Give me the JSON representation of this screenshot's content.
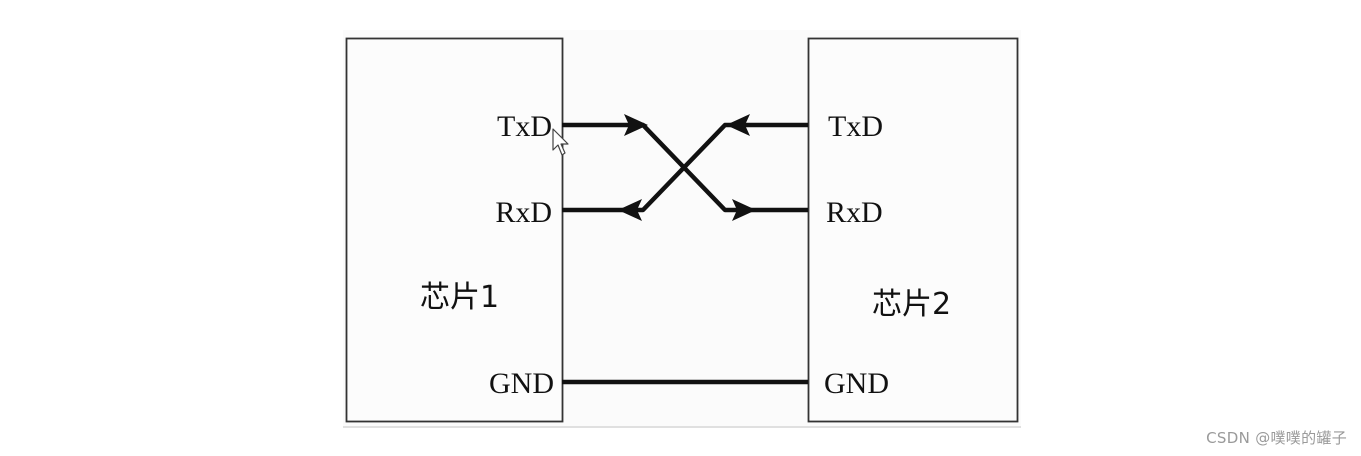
{
  "chip_left": {
    "name": "芯片1",
    "pins": {
      "txd": "TxD",
      "rxd": "RxD",
      "gnd": "GND"
    }
  },
  "chip_right": {
    "name": "芯片2",
    "pins": {
      "txd": "TxD",
      "rxd": "RxD",
      "gnd": "GND"
    }
  },
  "watermark": "CSDN @噗噗的罐子",
  "colors": {
    "line": "#111111",
    "box_border": "#333333",
    "board_bg": "#fbfbfb"
  }
}
